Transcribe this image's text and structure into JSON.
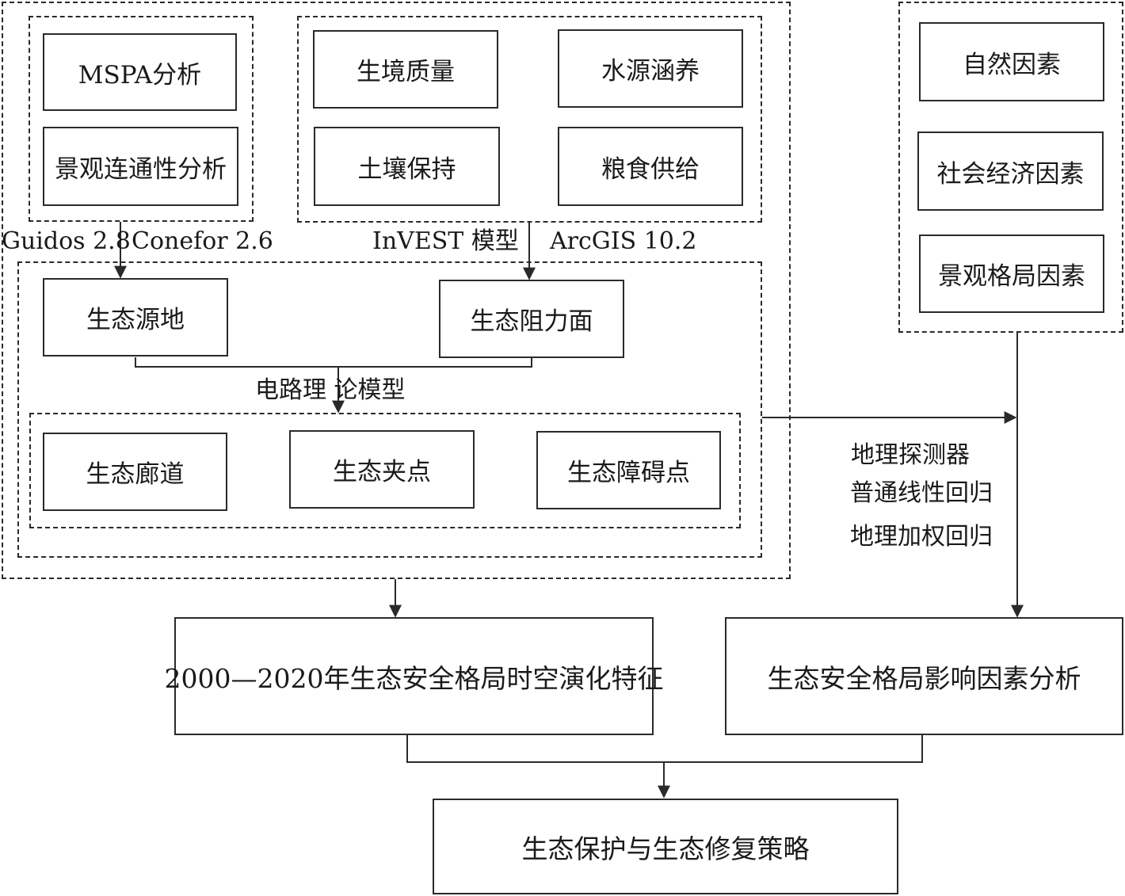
{
  "landscape_analysis": {
    "mspa": "MSPA分析",
    "connectivity": "景观连通性分析"
  },
  "ecosystem_services": {
    "habitat_quality": "生境质量",
    "water_conservation": "水源涵养",
    "soil_retention": "土壤保持",
    "food_supply": "粮食供给"
  },
  "tools": {
    "guidos": "Guidos 2.8",
    "conefor": "Conefor 2.6",
    "invest": "InVEST 模型",
    "arcgis": "ArcGIS 10.2"
  },
  "core": {
    "sources": "生态源地",
    "resistance": "生态阻力面",
    "circuit_model": "电路理 论模型",
    "corridors": "生态廊道",
    "pinch_points": "生态夹点",
    "barriers": "生态障碍点"
  },
  "factors": {
    "natural": "自然因素",
    "socioeconomic": "社会经济因素",
    "landscape_pattern": "景观格局因素"
  },
  "methods": {
    "geodetector": "地理探测器",
    "ols": "普通线性回归",
    "gwr": "地理加权回归"
  },
  "outcomes": {
    "evolution": "2000—2020年生态安全格局时空演化特征",
    "influence": "生态安全格局影响因素分析",
    "strategy": "生态保护与生态修复策略"
  }
}
